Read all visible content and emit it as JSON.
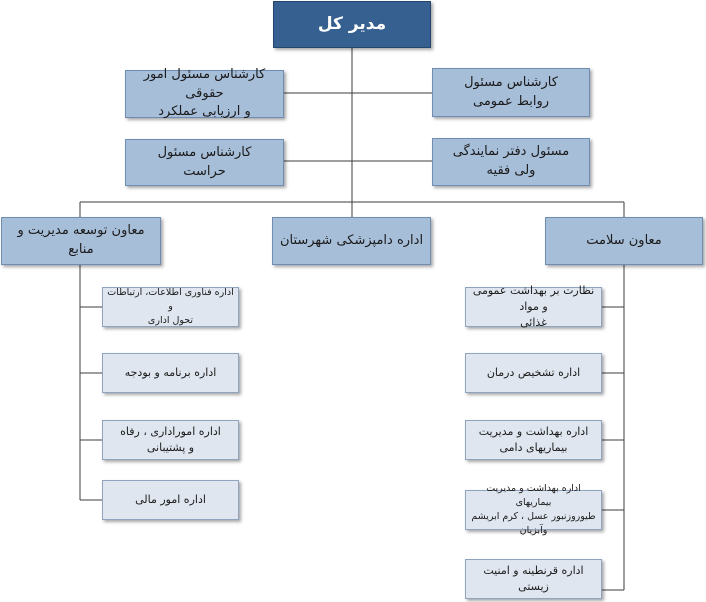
{
  "head": "مدیر کل",
  "staff": {
    "legal": [
      "کارشناس مسئول امور حقوقی",
      "و ارزیابی عملکرد"
    ],
    "public_relations": [
      "کارشناس مسئول",
      "روابط عمومی"
    ],
    "security": [
      "کارشناس مسئول",
      "حراست"
    ],
    "representative": [
      "مسئول دفتر نمایندگی",
      "ولی فقیه"
    ]
  },
  "deputies": {
    "management": "معاون توسعه مدیریت و منابع",
    "city_vet": "اداره دامپزشکی شهرستان",
    "health": "معاون سلامت"
  },
  "management_units": [
    [
      "اداره فناوری اطلاعات، ارتباطات و",
      "تحول اداری"
    ],
    [
      "اداره برنامه و بودجه"
    ],
    [
      "اداره اموراداری ، رفاه",
      "و پشتیبانی"
    ],
    [
      "اداره امور مالی"
    ]
  ],
  "health_units": [
    [
      "نظارت بر بهداشت عمومی و مواد",
      "غذائی"
    ],
    [
      "اداره تشخیص درمان"
    ],
    [
      "اداره بهداشت و مدیریت",
      "بیماریهای دامی"
    ],
    [
      "اداره بهداشت و مدیریت بیماریهای",
      "طیوروزنبور عسل ، کرم ابریشم وآبزیان"
    ],
    [
      "اداره قرنطینه و امنیت زیستی"
    ]
  ]
}
